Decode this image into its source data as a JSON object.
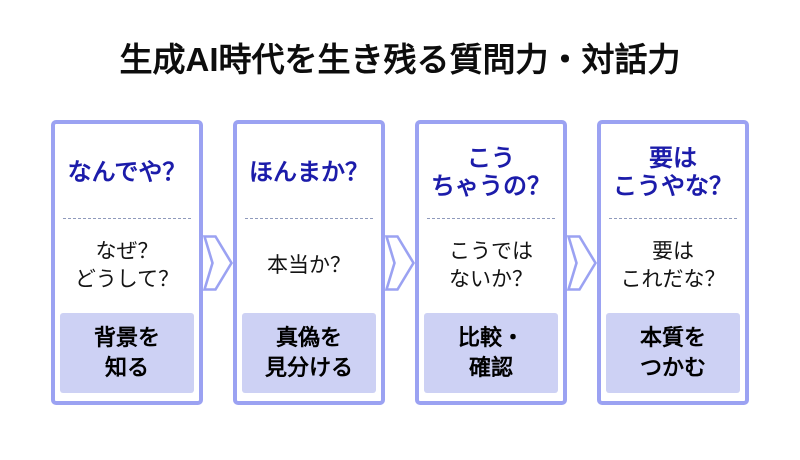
{
  "title": "生成AI時代を生き残る質問力・対話力",
  "colors": {
    "box_border": "#9ba2f2",
    "heading_text": "#1c1caa",
    "skill_fill": "#cdd1f4",
    "divider": "#8f9abc",
    "title_text": "#0d0d0d",
    "body_text": "#141414",
    "arrow_outline": "#9ba2f2"
  },
  "icons": {
    "flow_arrow": "chevron-right-outline-arrow"
  },
  "steps": [
    {
      "heading": "なんでや？",
      "question": "なぜ？\nどうして？",
      "skill": "背景を\n知る"
    },
    {
      "heading": "ほんまか？",
      "question": "本当か？",
      "skill": "真偽を\n見分ける"
    },
    {
      "heading": "こう\nちゃうの？",
      "question": "こうでは\nないか？",
      "skill": "比較・\n確認"
    },
    {
      "heading": "要は\nこうやな？",
      "question": "要は\nこれだな？",
      "skill": "本質を\nつかむ"
    }
  ]
}
